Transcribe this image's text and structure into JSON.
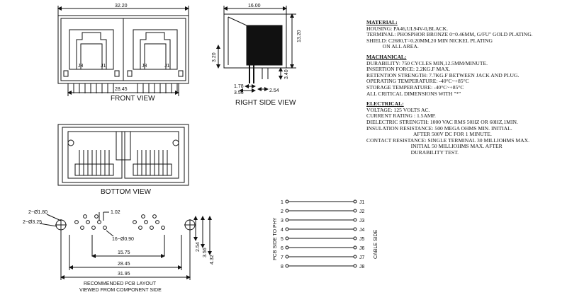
{
  "dims": {
    "front_width": "32.20",
    "front_pin_span": "28.45",
    "side_depth": "16.00",
    "side_height": "13.20",
    "side_left_h": "3.20",
    "side_right_h": "3.40",
    "side_pin1": "1.78",
    "side_pin2": "3.56",
    "side_pin3": "2.54",
    "pcb_hole1": "2~Ø1.80",
    "pcb_hole2": "2~Ø3.25",
    "pcb_pitch": "1.02",
    "pcb_pins": "16~Ø0.90",
    "pcb_mid": "15.75",
    "pcb_span1": "28.45",
    "pcb_span2": "31.95",
    "pcb_v1": "2.54",
    "pcb_v2": "3.56",
    "pcb_v3": "4.32"
  },
  "views": {
    "front": "FRONT VIEW",
    "side": "RIGHT SIDE VIEW",
    "bottom": "BOTTOM VIEW",
    "pcb_line1": "RECOMMENDED PCB LAYOUT",
    "pcb_line2": "VIEWED FROM COMPONENT SIDE"
  },
  "front_labels": [
    "J8",
    "J1",
    "J8",
    "J1"
  ],
  "schematic": {
    "left_label": "PCB SIDE TO PHY",
    "right_label": "CABLE SIDE",
    "pins": [
      "1",
      "2",
      "3",
      "4",
      "5",
      "6",
      "7",
      "8"
    ],
    "jacks": [
      "J1",
      "J2",
      "J3",
      "J4",
      "J5",
      "J6",
      "J7",
      "J8"
    ]
  },
  "spec": {
    "material_head": "MATERIAL:",
    "material": [
      "HOUSING: PA46,UL94V-0,BLACK.",
      "TERMINAL: PHOSPHOR BRONZE 0=0.46MM, G/FU\" GOLD PLATING.",
      "SHIELD: C2680,T=0.20MM,20 MIN NICKEL PLATING",
      "            ON ALL AREA."
    ],
    "mechanical_head": "MACHANICAL:",
    "mechanical": [
      "DURABILITY: 750 CYCLES MIN,12.5MM/MINUTE.",
      "INSERTION FORCE: 2.2KG.F MAX.",
      "RETENTION STRENGTH: 7.7KG.F BETWEEN JACK AND PLUG.",
      "OPERATING TEMPERATURE: -40°C~+85°C",
      "STORAGE TEMPERATURE: -40°C~+85°C",
      "ALL CRITICAL DIMENSIONS WITH \"*\""
    ],
    "electrical_head": "ELECTRICAL:",
    "electrical": [
      "VOLTAGE: 125 VOLTS AC.",
      "CURRENT RATING : 1.5AMP.",
      "DIELECTRIC STRENGTH: 1000 VAC RMS 50HZ OR 60HZ,1MIN.",
      "INSULATION RESISTANCE: 500 MEGA OHMS MIN. INITIAL.",
      "                                   AFTER 500V DC FOR 1 MINUTE.",
      "CONTACT RESISTANCE: SINGLE TERMINAL 30 MILLIOHMS MAX.",
      "                                 INITIAL 50 MILLIOHMS MAX. AFTER",
      "                                 DURABILITY TEST."
    ]
  }
}
